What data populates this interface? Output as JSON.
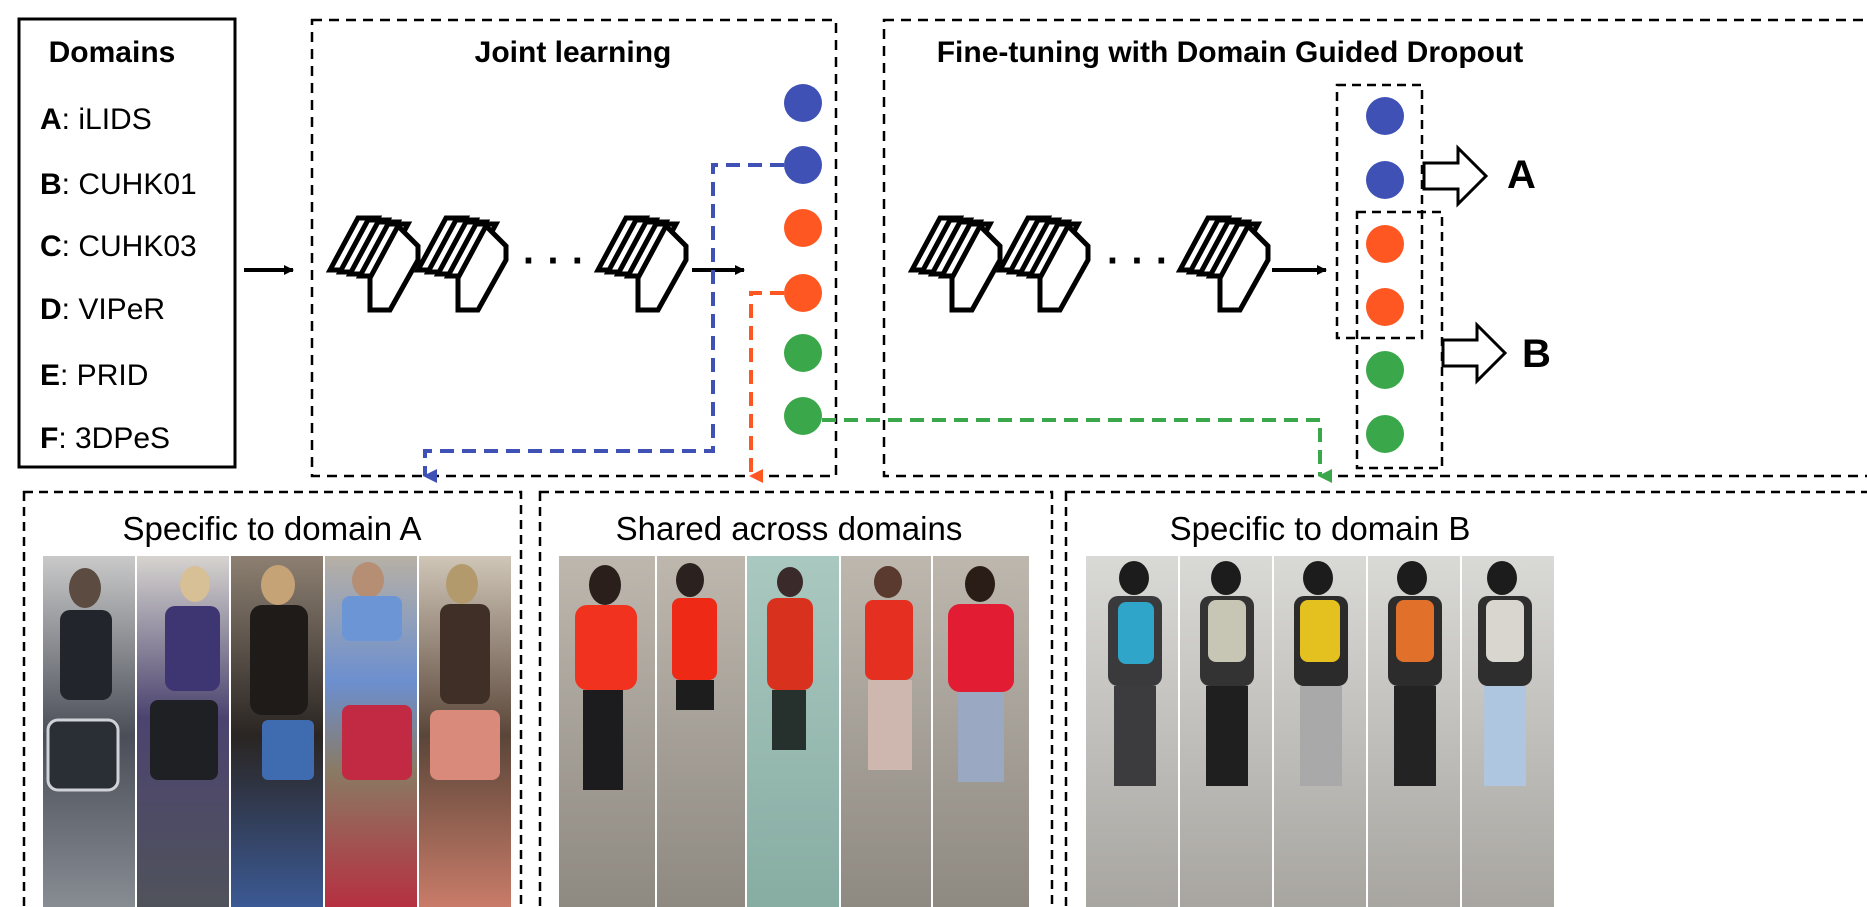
{
  "domains_box": {
    "title": "Domains",
    "items": [
      {
        "key": "A",
        "name": ": iLIDS"
      },
      {
        "key": "B",
        "name": ": CUHK01"
      },
      {
        "key": "C",
        "name": ": CUHK03"
      },
      {
        "key": "D",
        "name": ": VIPeR"
      },
      {
        "key": "E",
        "name": ": PRID"
      },
      {
        "key": "F",
        "name": ": 3DPeS"
      }
    ]
  },
  "joint_learning": {
    "title": "Joint learning",
    "ellipsis": "· · ·",
    "neurons": [
      "blue",
      "blue",
      "orange",
      "orange",
      "green",
      "green"
    ]
  },
  "fine_tuning": {
    "title": "Fine-tuning with Domain Guided Dropout",
    "ellipsis": "· · ·",
    "neurons": [
      "blue",
      "blue",
      "orange",
      "orange",
      "green",
      "green"
    ],
    "output_a": "A",
    "output_b": "B"
  },
  "panels": [
    {
      "title": "Specific to domain A",
      "photo_theme": "indoor airport pedestrians with luggage"
    },
    {
      "title": "Shared across domains",
      "photo_theme": "pedestrians wearing red tops"
    },
    {
      "title": "Specific to domain B",
      "photo_theme": "students with backpacks on campus walkway"
    }
  ],
  "colors": {
    "blue": "#3f51b5",
    "orange": "#ff5722",
    "green": "#3aa84a",
    "line": "#000000"
  }
}
